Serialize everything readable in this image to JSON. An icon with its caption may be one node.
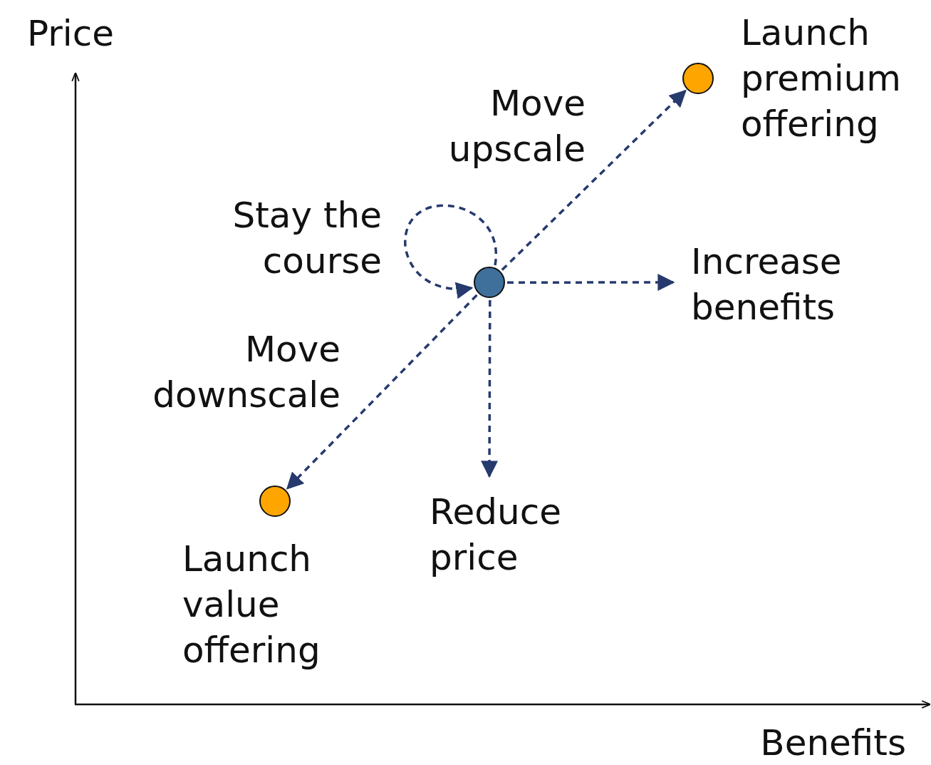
{
  "diagram": {
    "nodes": [
      {
        "text": [],
        "shape": "circle"
      },
      {
        "text": [],
        "shape": "circle",
        "beside": [
          "Launch premium offering"
        ]
      },
      {
        "text": [],
        "shape": "circle",
        "beside": [
          "Launch value offering"
        ]
      },
      {
        "text": [
          "Increase benefits"
        ]
      },
      {
        "text": [
          "Reduce price"
        ]
      }
    ],
    "edges": [
      {
        "from": 0,
        "to": 1,
        "arrow": "to",
        "style": "dashed",
        "label": "Move upscale"
      },
      {
        "from": 0,
        "to": 0,
        "arrow": "to",
        "style": "dashed",
        "label": "Stay the course"
      },
      {
        "from": 0,
        "to": 3,
        "arrow": "to",
        "style": "dashed"
      },
      {
        "from": 0,
        "to": 2,
        "arrow": "to",
        "style": "dashed",
        "label": "Move downscale"
      },
      {
        "from": 0,
        "to": 4,
        "arrow": "to",
        "style": "dashed"
      }
    ],
    "labels": [
      "Price",
      "Benefits"
    ]
  }
}
